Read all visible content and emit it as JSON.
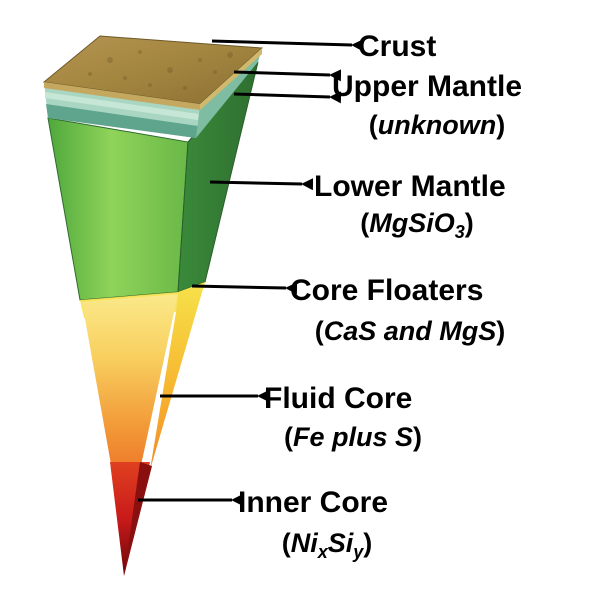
{
  "layers": [
    {
      "id": "crust",
      "label": "Crust",
      "sub_parts": []
    },
    {
      "id": "upper-mantle",
      "label": "Upper Mantle",
      "sub_parts": [
        {
          "text": "(",
          "italic": false
        },
        {
          "text": "unknown",
          "italic": true
        },
        {
          "text": ")",
          "italic": false
        }
      ]
    },
    {
      "id": "lower-mantle",
      "label": "Lower Mantle",
      "sub_parts": [
        {
          "text": "(",
          "italic": false
        },
        {
          "text": "MgSiO",
          "italic": true
        },
        {
          "text": "3",
          "italic": true,
          "sub": true
        },
        {
          "text": ")",
          "italic": false
        }
      ]
    },
    {
      "id": "core-floaters",
      "label": "Core Floaters",
      "sub_parts": [
        {
          "text": "(",
          "italic": false
        },
        {
          "text": "CaS and MgS",
          "italic": true
        },
        {
          "text": ")",
          "italic": false
        }
      ]
    },
    {
      "id": "fluid-core",
      "label": "Fluid Core",
      "sub_parts": [
        {
          "text": "(",
          "italic": false
        },
        {
          "text": "Fe plus S",
          "italic": true
        },
        {
          "text": ")",
          "italic": false
        }
      ]
    },
    {
      "id": "inner-core",
      "label": "Inner Core",
      "sub_parts": [
        {
          "text": "(",
          "italic": false
        },
        {
          "text": "Ni",
          "italic": true
        },
        {
          "text": "x",
          "italic": true,
          "sub": true
        },
        {
          "text": "Si",
          "italic": true
        },
        {
          "text": "y",
          "italic": true,
          "sub": true
        },
        {
          "text": ")",
          "italic": false
        }
      ]
    }
  ],
  "colors": {
    "crust_top": "#a88a4a",
    "crust_side": "#8e7438",
    "upper_mantle": "#a8d6c2",
    "upper_mantle_band": "#5fa58e",
    "lower_mantle_light": "#8fd35a",
    "lower_mantle_dark": "#2f7a3a",
    "side_face_green": "#3e8a3e",
    "core_floater": "#f3e34a",
    "fluid_core_light": "#f9e27a",
    "fluid_core_dark": "#f08a2a",
    "inner_core_red": "#c81a1a",
    "inner_core_dark": "#7a0a0a",
    "text": "#000000"
  }
}
